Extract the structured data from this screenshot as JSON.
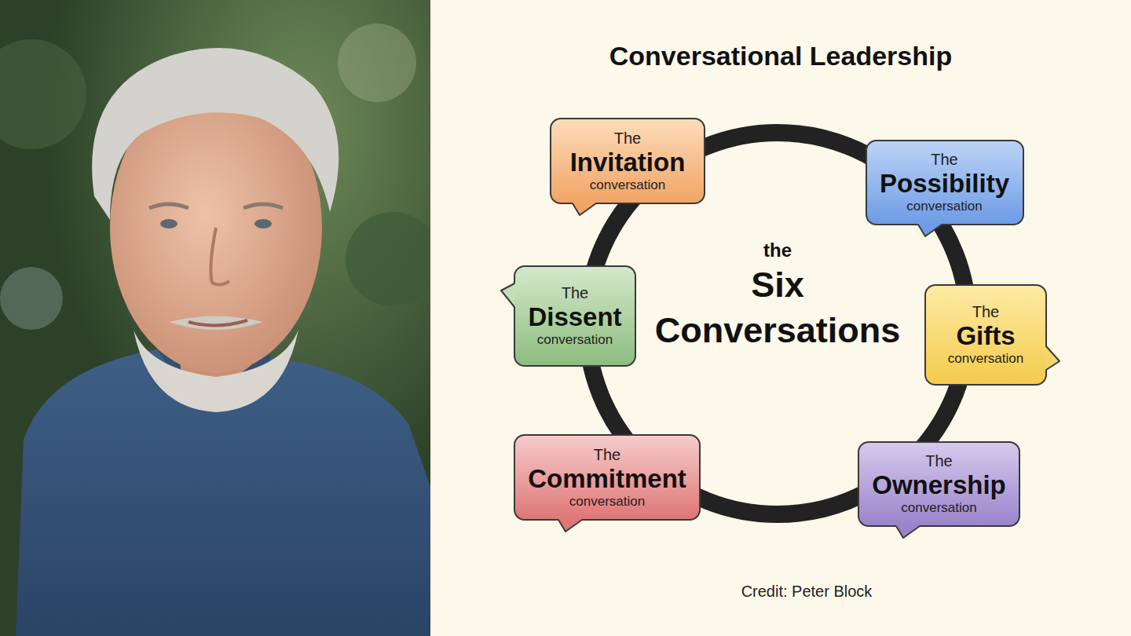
{
  "diagram": {
    "title": "Conversational Leadership",
    "caption": "Credit: Peter Block",
    "nodes": [
      {
        "text": [
          "The",
          "Invitation",
          "conversation"
        ]
      },
      {
        "text": [
          "The",
          "Possibility",
          "conversation"
        ]
      },
      {
        "text": [
          "The",
          "Gifts",
          "conversation"
        ]
      },
      {
        "text": [
          "The",
          "Ownership",
          "conversation"
        ]
      },
      {
        "text": [
          "The",
          "Commitment",
          "conversation"
        ]
      },
      {
        "text": [
          "The",
          "Dissent",
          "conversation"
        ]
      }
    ],
    "labels": [
      "the",
      "Six Conversations"
    ]
  }
}
